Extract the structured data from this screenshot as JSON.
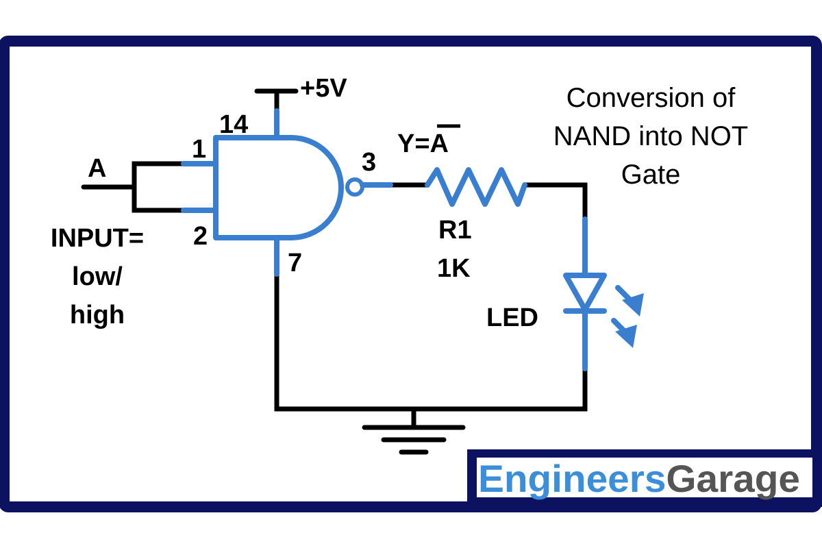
{
  "title": {
    "line1": "Conversion of",
    "line2": "NAND into NOT",
    "line3": "Gate"
  },
  "labels": {
    "supply": "+5V",
    "pin14": "14",
    "pin1": "1",
    "pin2": "2",
    "pin3": "3",
    "pin7": "7",
    "input_name": "A",
    "input_line1": "INPUT=",
    "input_line2": "low/",
    "input_line3": "high",
    "output_prefix": "Y=",
    "output_var": "A",
    "resistor_name": "R1",
    "resistor_value": "1K",
    "led": "LED"
  },
  "brand": {
    "part1": "Engineers",
    "part2": "Garage",
    "color_part1": "#3b8ed8",
    "color_part2": "#555555"
  },
  "colors": {
    "frame": "#0d1260",
    "wire": "#000000",
    "component": "#3a7ed0"
  }
}
